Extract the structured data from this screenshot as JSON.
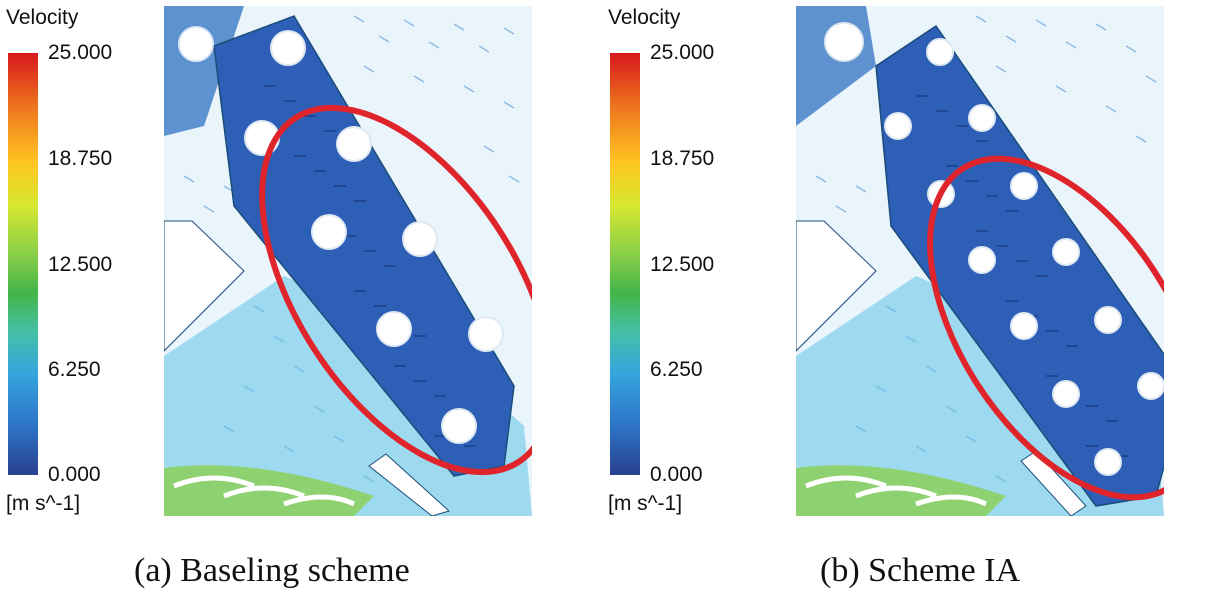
{
  "panels": [
    {
      "legend": {
        "title": "Velocity",
        "ticks": [
          "25.000",
          "18.750",
          "12.500",
          "6.250",
          "0.000"
        ],
        "units": "[m s^-1]",
        "range": [
          0,
          25
        ]
      },
      "caption": "(a) Baseling scheme",
      "highlight_color": "#e0242b"
    },
    {
      "legend": {
        "title": "Velocity",
        "ticks": [
          "25.000",
          "18.750",
          "12.500",
          "6.250",
          "0.000"
        ],
        "units": "[m s^-1]",
        "range": [
          0,
          25
        ]
      },
      "caption": "(b) Scheme IA",
      "highlight_color": "#e0242b"
    }
  ],
  "colors": {
    "field_blue": "#2f6fc0",
    "field_cyan": "#5fc3e8",
    "field_dark": "#1d3f8a",
    "field_green": "#8ccf5a",
    "outline": "#1b4d7a"
  }
}
